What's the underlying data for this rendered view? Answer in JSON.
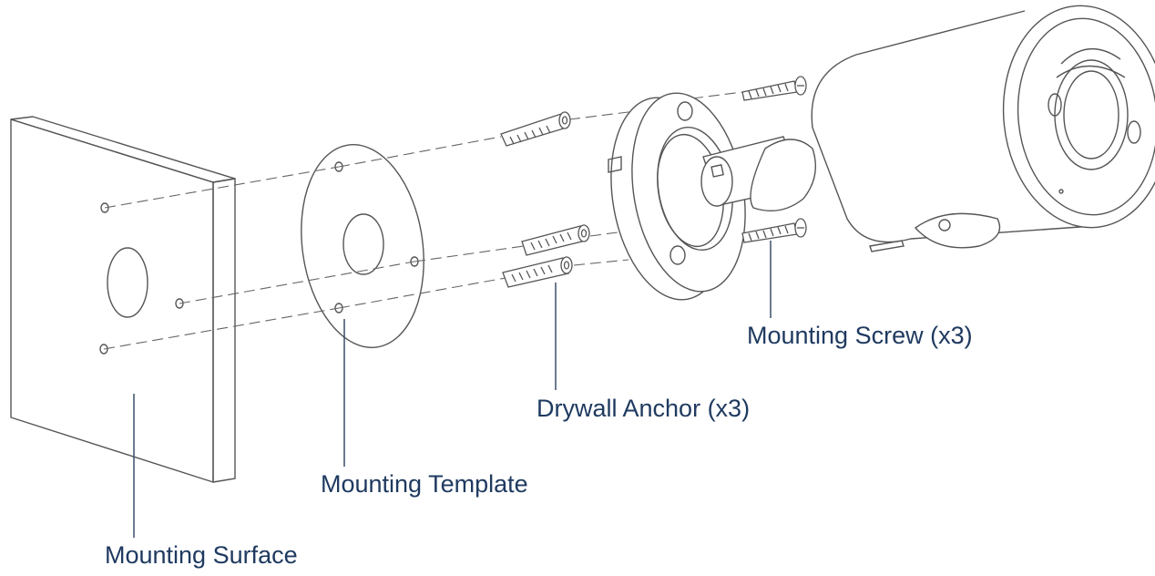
{
  "colors": {
    "label": "#1f3a60",
    "line": "#555555",
    "leader": "#3b4f6b",
    "background": "#ffffff"
  },
  "callouts": {
    "mounting_surface": "Mounting Surface",
    "mounting_template": "Mounting Template",
    "drywall_anchor": "Drywall Anchor (x3)",
    "mounting_screw": "Mounting Screw (x3)"
  }
}
